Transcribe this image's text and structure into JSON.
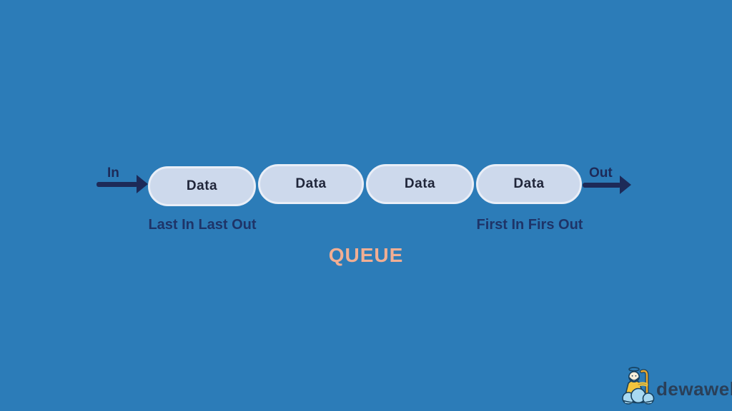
{
  "diagram": {
    "title": "QUEUE",
    "in_label": "In",
    "out_label": "Out",
    "items": [
      "Data",
      "Data",
      "Data",
      "Data"
    ],
    "left_caption": "Last In Last Out",
    "right_caption": "First In Firs Out"
  },
  "brand": {
    "name": "dewaweb"
  },
  "colors": {
    "background": "#2c7cb8",
    "pill_fill": "#cdd9ec",
    "pill_border": "#e9eef7",
    "arrow_navy": "#1d2a58",
    "caption_navy": "#1e3468",
    "title_salmon": "#f1ae93",
    "brand_text": "#2a3f58",
    "mascot_yellow": "#f2c53d",
    "mascot_cloud": "#a8d9f2"
  }
}
